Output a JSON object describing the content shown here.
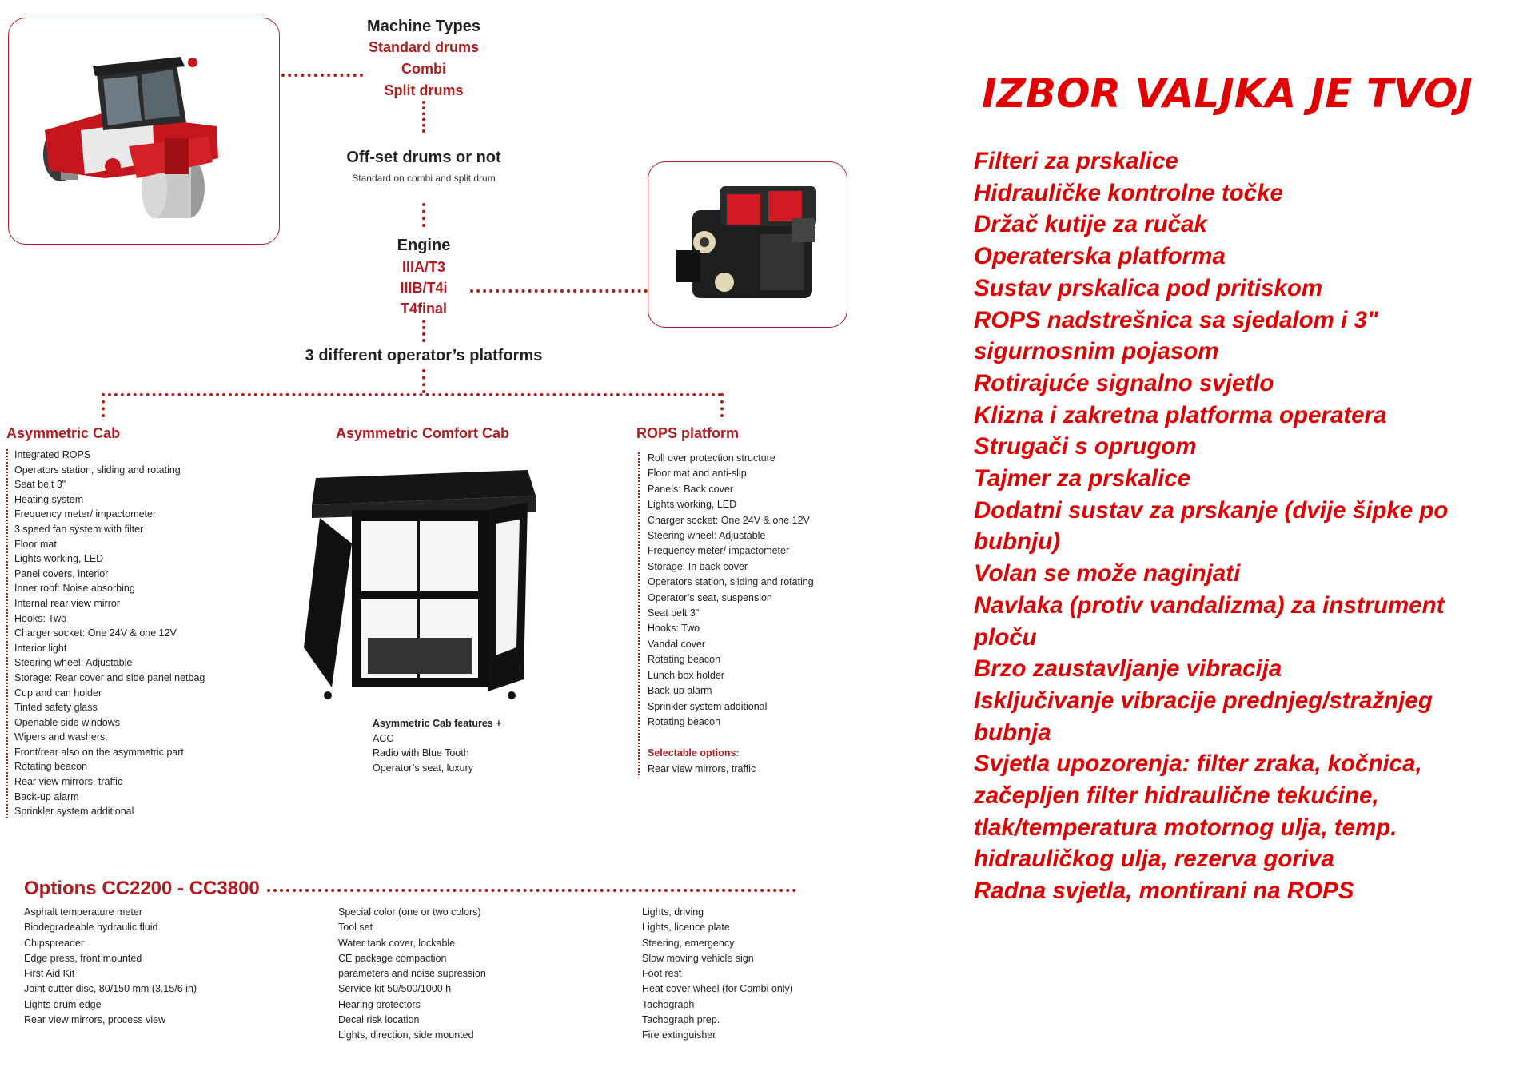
{
  "flow": {
    "machine_types_title": "Machine Types",
    "machine_types": [
      "Standard drums",
      "Combi",
      "Split drums"
    ],
    "offset_title": "Off-set drums or not",
    "offset_note": "Standard on combi and split drum",
    "engine_title": "Engine",
    "engine_types": [
      "IIIA/T3",
      "IIIB/T4i",
      "T4final"
    ],
    "platforms_title": "3 different operator’s platforms"
  },
  "columns": {
    "asym_cab": {
      "title": "Asymmetric Cab",
      "items": [
        "Integrated ROPS",
        "Operators station, sliding and rotating",
        "Seat belt 3\"",
        "Heating system",
        "Frequency meter/ impactometer",
        "3 speed fan system with filter",
        "Floor mat",
        "Lights working, LED",
        "Panel covers, interior",
        "Inner roof: Noise absorbing",
        "Internal rear view mirror",
        "Hooks: Two",
        "Charger socket: One 24V & one 12V",
        "Interior light",
        "Steering wheel: Adjustable",
        "Storage: Rear cover and side panel netbag",
        "Cup and can holder",
        "Tinted safety glass",
        "Openable side windows",
        "Wipers and washers:",
        "Front/rear also on the asymmetric part",
        "Rotating beacon",
        "Rear view mirrors, traffic",
        "Back-up alarm",
        "Sprinkler system additional"
      ]
    },
    "comfort_cab": {
      "title": "Asymmetric Comfort Cab",
      "features_title": "Asymmetric Cab features +",
      "items": [
        "ACC",
        "Radio with Blue Tooth",
        "Operator’s seat, luxury"
      ]
    },
    "rops": {
      "title": "ROPS platform",
      "items": [
        "Roll over protection structure",
        "Floor mat and anti-slip",
        "Panels: Back cover",
        "Lights working, LED",
        "Charger socket: One 24V & one 12V",
        "Steering wheel: Adjustable",
        "Frequency meter/ impactometer",
        "Storage: In back cover",
        "Operators station, sliding and rotating",
        "Operator’s seat, suspension",
        "Seat belt 3\"",
        "Hooks: Two",
        "Vandal cover",
        "Rotating beacon",
        "Lunch box holder",
        "Back-up alarm",
        "Sprinkler system additional",
        "Rotating beacon"
      ],
      "selectable_title": "Selectable options:",
      "selectable_items": [
        "Rear view mirrors, traffic"
      ]
    }
  },
  "options": {
    "title": "Options CC2200 - CC3800",
    "col1": [
      "Asphalt temperature meter",
      "Biodegradeable hydraulic fluid",
      "Chipspreader",
      "Edge press, front mounted",
      "First Aid Kit",
      "Joint cutter disc, 80/150 mm (3.15/6 in)",
      "Lights drum edge",
      "Rear view mirrors, process view"
    ],
    "col2": [
      "Special color (one or two colors)",
      "Tool set",
      "Water tank cover, lockable",
      "CE package compaction",
      "parameters and noise supression",
      "Service kit 50/500/1000 h",
      "Hearing protectors",
      "Decal risk location",
      "Lights, direction, side mounted"
    ],
    "col3": [
      "Lights, driving",
      "Lights, licence plate",
      "Steering, emergency",
      "Slow moving vehicle sign",
      "Foot rest",
      "Heat cover wheel (for Combi only)",
      "Tachograph",
      "Tachograph prep.",
      "Fire extinguisher"
    ]
  },
  "promo": {
    "title": "IZBOR VALJKA JE TVOJ",
    "lines": [
      "Filteri za prskalice",
      "Hidrauličke kontrolne točke",
      "Držač kutije za ručak",
      "Operaterska platforma",
      "Sustav prskalica pod pritiskom",
      "ROPS nadstrešnica sa sjedalom i 3\"",
      "sigurnosnim pojasom",
      "Rotirajuće signalno svjetlo",
      "Klizna i zakretna platforma operatera",
      "Strugači s oprugom",
      "Tajmer za prskalice",
      "Dodatni sustav za prskanje (dvije šipke po",
      "bubnju)",
      "Volan se može naginjati",
      "Navlaka (protiv vandalizma) za instrument",
      "ploču",
      "Brzo zaustavljanje vibracija",
      "Isključivanje vibracije prednjeg/stražnjeg",
      "bubnja",
      "Svjetla upozorenja: filter zraka, kočnica,",
      "začepljen filter hidraulične tekućine,",
      "tlak/temperatura motornog ulja, temp.",
      "hidrauličkog ulja, rezerva goriva",
      "Radna svjetla, montirani na ROPS"
    ]
  },
  "colors": {
    "accent": "#b01c20",
    "promo_red": "#e00000"
  }
}
